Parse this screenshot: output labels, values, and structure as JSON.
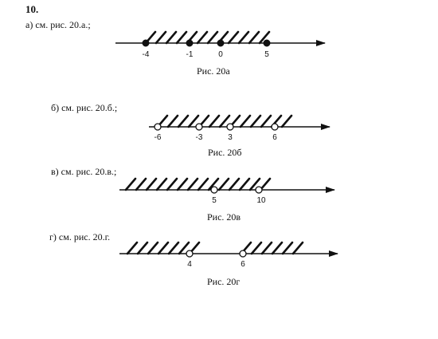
{
  "problem": {
    "number": "10.",
    "parts": [
      {
        "label": "а) см. рис. 20.а.;",
        "caption": "Рис. 20а",
        "points": [
          {
            "value": "-4",
            "filled": true
          },
          {
            "value": "-1",
            "filled": true
          },
          {
            "value": "0",
            "filled": true
          },
          {
            "value": "5",
            "filled": true
          }
        ]
      },
      {
        "label": "б) см. рис. 20.б.;",
        "caption": "Рис. 20б",
        "points": [
          {
            "value": "-6",
            "filled": false
          },
          {
            "value": "-3",
            "filled": false
          },
          {
            "value": "3",
            "filled": false
          },
          {
            "value": "6",
            "filled": false
          }
        ]
      },
      {
        "label": "в) см. рис. 20.в.;",
        "caption": "Рис. 20в",
        "points": [
          {
            "value": "5",
            "filled": false
          },
          {
            "value": "10",
            "filled": false
          }
        ]
      },
      {
        "label": "г) см. рис. 20.г.",
        "caption": "Рис. 20г",
        "points": [
          {
            "value": "4",
            "filled": false
          },
          {
            "value": "6",
            "filled": false
          }
        ]
      }
    ]
  }
}
